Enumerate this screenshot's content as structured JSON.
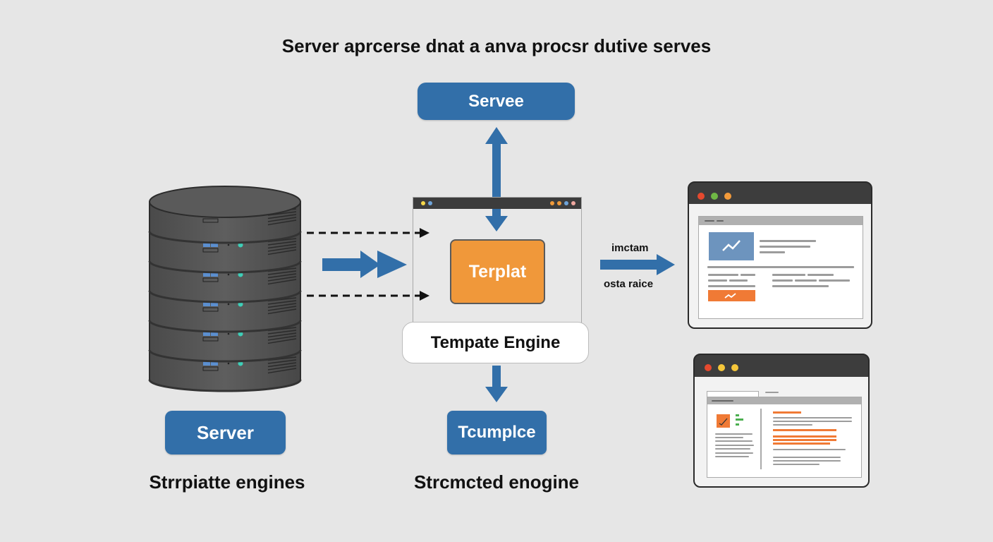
{
  "title": "Server aprcerse dnat a anva procsr dutive serves",
  "nodes": {
    "top_box": "Servee",
    "template_box": "Terplat",
    "engine_pill": "Tempate Engine",
    "bottom_box": "Tcumplce",
    "server_box": "Server"
  },
  "captions": {
    "server_caption": "Strrpiatte engines",
    "engine_caption": "Strcmcted enogine"
  },
  "arrow_labels": {
    "above": "imctam",
    "below": "osta raice"
  },
  "server_stack": {
    "units": 6
  },
  "icons": {
    "server_stack": "database-server-icon",
    "browser_window_1": "browser-dashboard-icon",
    "browser_window_2": "browser-document-icon"
  },
  "colors": {
    "background": "#e6e6e6",
    "blue": "#326fa9",
    "orange": "#f0983a",
    "accent_orange": "#f07a35",
    "dark": "#3d3d3d",
    "led": "#3ecfb8"
  }
}
